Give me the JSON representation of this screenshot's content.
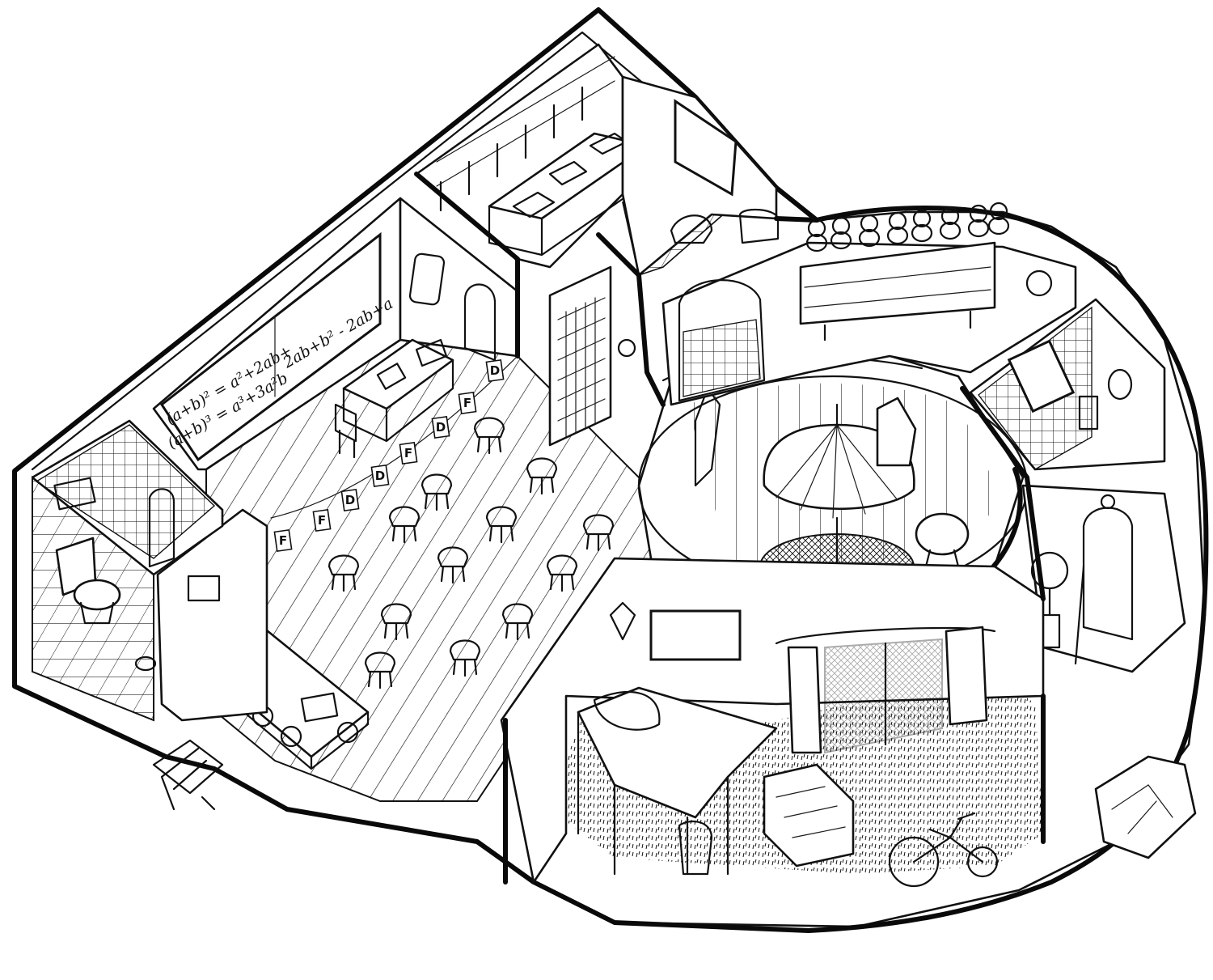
{
  "chalkboard": {
    "line1": "(a+b)² = a²+2ab+",
    "line2": "(a+b)³ = a³+3a²b",
    "line3": "2ab+b² - 2ab+a"
  },
  "grades": [
    "F",
    "F",
    "D",
    "D",
    "F",
    "D",
    "F",
    "D"
  ],
  "colors": {
    "ink": "#111111",
    "paper": "#ffffff"
  }
}
